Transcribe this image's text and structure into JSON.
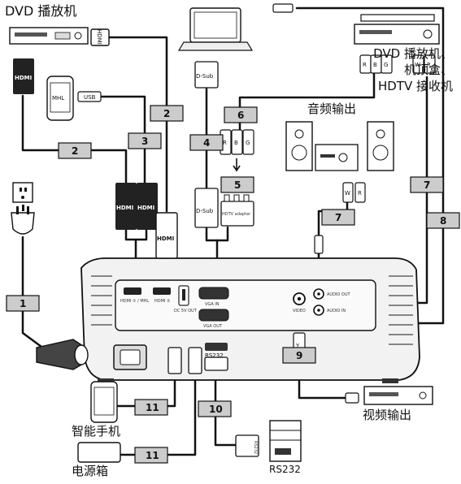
{
  "devices": {
    "dvd_player": "DVD 播放机",
    "av_sources": [
      "DVD 播放机、",
      "机顶盒、",
      "HDTV 接收机"
    ],
    "audio_output": "音频输出",
    "video_output": "视频输出",
    "smartphone": "智能手机",
    "power_bank": "电源箱",
    "rs232_device": "RS232"
  },
  "connectors": {
    "hdmi": "HDMI",
    "mhl": "MHL",
    "usb": "USB",
    "dsub": "D-Sub",
    "hdtv_adapter": "HDTV adapter",
    "rs232": "RS232",
    "r": "R",
    "b": "B",
    "g": "G",
    "w": "W",
    "y": "Y"
  },
  "ports": {
    "hdmi1_mhl": "HDMI ① / MHL",
    "hdmi2": "HDMI ②",
    "dc_out": "DC 5V OUT",
    "vga_in": "VGA IN",
    "vga_out": "VGA OUT",
    "video": "VIDEO",
    "audio_out": "AUDIO OUT",
    "audio_in": "AUDIO IN",
    "rs232": "RS232"
  },
  "cable_labels": [
    "1",
    "2",
    "2",
    "3",
    "4",
    "5",
    "6",
    "7",
    "7",
    "8",
    "9",
    "10",
    "11",
    "11"
  ]
}
